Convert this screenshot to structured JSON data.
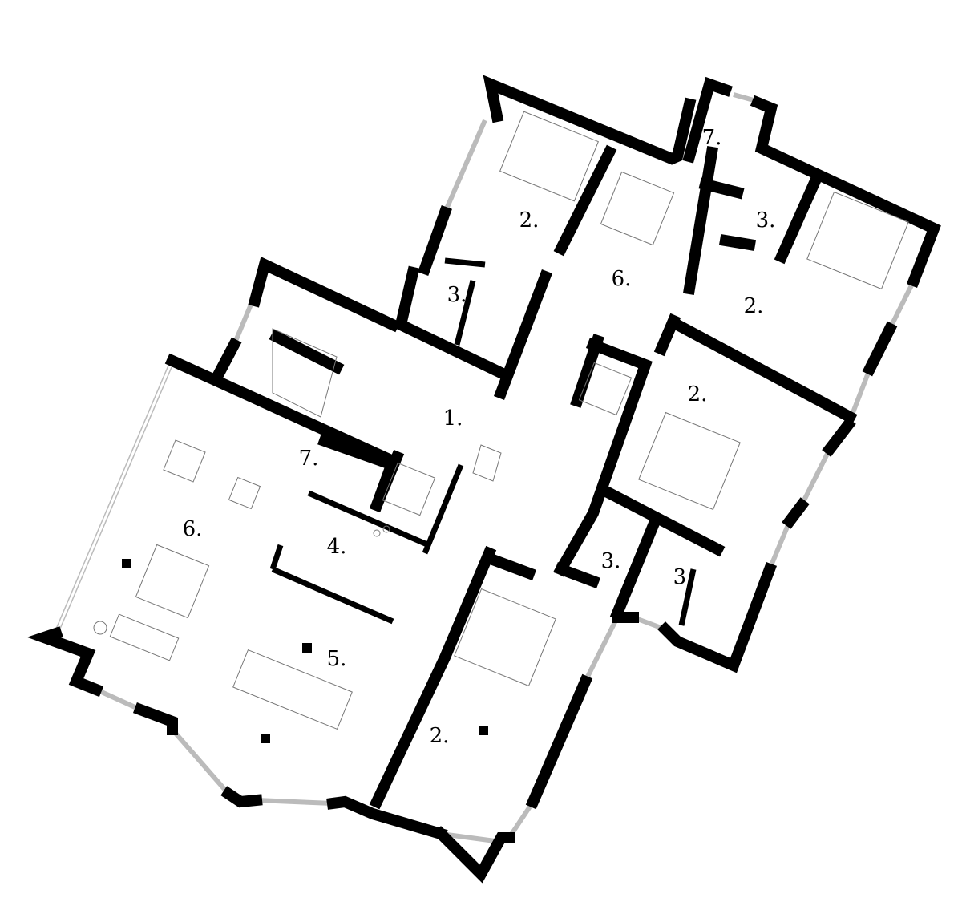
{
  "rooms": [
    {
      "id": "entrance",
      "label": "1."
    },
    {
      "id": "bedroom-top-left",
      "label": "2."
    },
    {
      "id": "bedroom-top-right",
      "label": "2."
    },
    {
      "id": "bedroom-right",
      "label": "2."
    },
    {
      "id": "bedroom-bottom",
      "label": "2."
    },
    {
      "id": "bath-top-left",
      "label": "3."
    },
    {
      "id": "bath-top-right",
      "label": "3."
    },
    {
      "id": "bath-mid-left",
      "label": "3."
    },
    {
      "id": "bath-mid-right",
      "label": "3."
    },
    {
      "id": "kitchen",
      "label": "4."
    },
    {
      "id": "dining",
      "label": "5."
    },
    {
      "id": "living-main",
      "label": "6."
    },
    {
      "id": "living-upper",
      "label": "6."
    },
    {
      "id": "wc-left",
      "label": "7."
    },
    {
      "id": "wc-top",
      "label": "7."
    }
  ]
}
